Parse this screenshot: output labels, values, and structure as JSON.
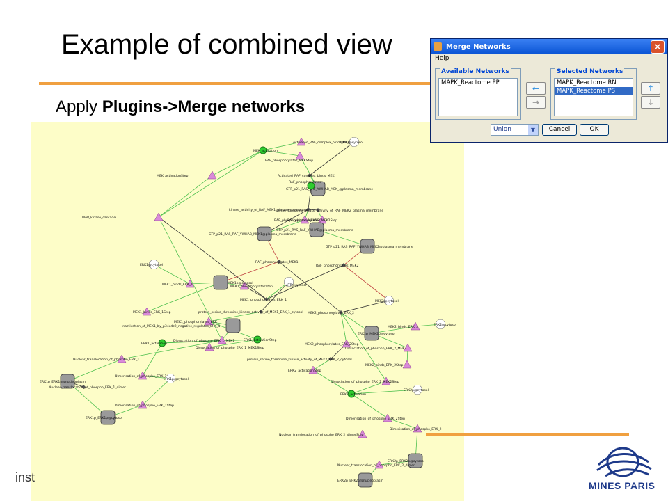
{
  "slide": {
    "title": "Example of combined view",
    "subtitle_prefix": "Apply ",
    "subtitle_bold": "Plugins->Merge networks",
    "footer_text": "inst",
    "logo_text": "MINES PARIS"
  },
  "dialog": {
    "title": "Merge Networks",
    "menu_help": "Help",
    "available_label": "Available Networks",
    "available_items": [
      "MAPK_Reactome PP"
    ],
    "selected_label": "Selected Networks",
    "selected_items": [
      "MAPK_Reactome RN",
      "MAPK_Reactome PS"
    ],
    "operation_value": "Union",
    "cancel_label": "Cancel",
    "ok_label": "OK",
    "close_glyph": "×",
    "arrow_right": "←",
    "arrow_left": "→",
    "arrow_up": "↑",
    "arrow_down": "↓"
  },
  "graph": {
    "colors": {
      "background": "#fdfdc8",
      "edge": "#4fc04f",
      "edge_dark": "#333333",
      "edge_red": "#c04040",
      "circle": "#2ecc2e",
      "triangle": "#d98ad9",
      "square": "#9a9a9a",
      "octagon": "#ffffff"
    },
    "labels": [
      "Activated_RAF_complex_binds_MEKStep",
      "MEK_activation",
      "RAF_phosphorylates_MEKStep",
      "MEK_@cytosol",
      "MEK_activationStep",
      "Activated_RAF_complex_binds_MEK",
      "GTP_p21_RAS_RAF_YWHAB_MEK_@plasma_membrane",
      "RAF_phosphorylates",
      "MAP_kinase_cascade",
      "kinase_activity_of_RAF_MEK1_plasma_membrane",
      "RAF_phosphorylates_MEK1Step",
      "serine_threonine_kinase_activity_of_RAF_MEK2_plasma_membrane",
      "RAF_phosphorylates_MEK2Step",
      "GTP_p21_RAS_RAF_YWHAB@plasma_membrane",
      "GTP_p21_RAS_RAF_YWHAB_MEK1@plasma_membrane",
      "GTP_p21_RAS_RAF_YWHAB_MEK2@plasma_membrane",
      "RAF_phosphorylates_MEK1",
      "RAF_phosphorylates_MEK2",
      "ERK1@cytosol",
      "MEK1_binds_ERK_1",
      "MEK1_phosphorylatesStep",
      "MEK1p@cytosol",
      "ATP@cytosol",
      "MEK1_phosphorylates_ERK_1",
      "MEK1_binds_ERK_1Step",
      "protein_serine_threonine_kinase_activity_of_MEK1_ERK_1_cytosol",
      "MEK1_phosphorylates_ERK",
      "inactivation_of_MEK1_by_p34cdc2_negative_regulates_ERK_1",
      "MEK2@cytosol",
      "MEK2_phosphorylates_ERK_2",
      "ERK2@cytosol",
      "MEK2_binds_ERK_2",
      "ERK2p_MEK2p@cytosol",
      "Dissociation_of_phospho_ERK_1_MEK1",
      "ERK1_activation",
      "ERK1_activationStep",
      "Dissociation_of_phospho_ERK_1_MEK1Step",
      "MEK2_phosphorylates_ERK_2Step",
      "Dissociation_of_phospho_ERK_2_MEK2",
      "Nuclear_translocation_of_phospho_ERK_1",
      "protein_serine_threonine_kinase_activity_of_MEK2_ERK_2_cytosol",
      "MEK2_binds_ERK_2Step",
      "Dimerisation_of_phospho_ERK_1",
      "ERK1p@cytosol",
      "ERK2_activationStep",
      "Dissociation_of_phospho_ERK_2_MEK2Step",
      "ERK1p_ERK1p@nucleoplasm",
      "Nuclear_translocation_of_phospho_ERK_1_dimer",
      "ERK2_activation",
      "ERK2p@cytosol",
      "Dimerisation_of_phospho_ERK_1Step",
      "ERK1p_ERK1p@cytosol",
      "Dimerisation_of_phospho_ERK_2Step",
      "Dimerisation_of_phospho_ERK_2",
      "Nuclear_translocation_of_phospho_ERK_2_dimerStep",
      "ERK2p_ERK2p@cytosol",
      "Nuclear_translocation_of_phospho_ERK_2_dimer",
      "ERK2p_ERK2p@nucleoplasm"
    ]
  }
}
